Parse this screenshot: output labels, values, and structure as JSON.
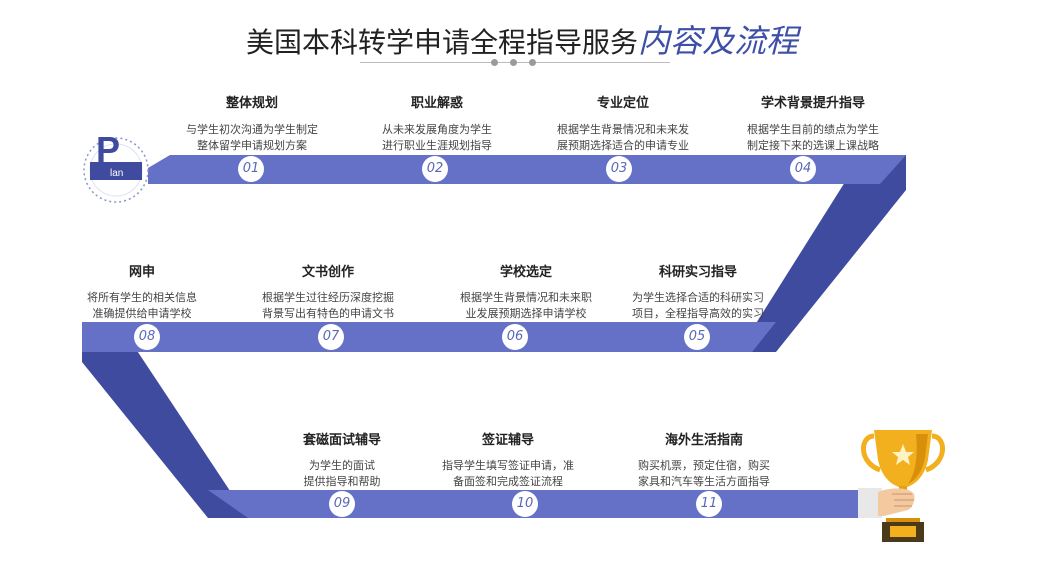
{
  "header": {
    "title_main": "美国本科转学申请全程指导服务",
    "title_highlight": "内容及流程"
  },
  "plan_icon": {
    "letter": "P",
    "word": "lan"
  },
  "steps": [
    {
      "num": "01",
      "title": "整体规划",
      "desc": [
        "与学生初次沟通为学生制定",
        "整体留学申请规划方案"
      ]
    },
    {
      "num": "02",
      "title": "职业解惑",
      "desc": [
        "从未来发展角度为学生",
        "进行职业生涯规划指导"
      ]
    },
    {
      "num": "03",
      "title": "专业定位",
      "desc": [
        "根据学生背景情况和未来发",
        "展预期选择适合的申请专业"
      ]
    },
    {
      "num": "04",
      "title": "学术背景提升指导",
      "desc": [
        "根据学生目前的绩点为学生",
        "制定接下来的选课上课战略"
      ]
    },
    {
      "num": "05",
      "title": "科研实习指导",
      "desc": [
        "为学生选择合适的科研实习",
        "项目，全程指导高效的实习"
      ]
    },
    {
      "num": "06",
      "title": "学校选定",
      "desc": [
        "根据学生背景情况和未来职",
        "业发展预期选择申请学校"
      ]
    },
    {
      "num": "07",
      "title": "文书创作",
      "desc": [
        "根据学生过往经历深度挖掘",
        "背景写出有特色的申请文书"
      ]
    },
    {
      "num": "08",
      "title": "网申",
      "desc": [
        "将所有学生的相关信息",
        "准确提供给申请学校"
      ]
    },
    {
      "num": "09",
      "title": "套磁面试辅导",
      "desc": [
        "为学生的面试",
        "提供指导和帮助"
      ]
    },
    {
      "num": "10",
      "title": "签证辅导",
      "desc": [
        "指导学生填写签证申请，准",
        "备面签和完成签证流程"
      ]
    },
    {
      "num": "11",
      "title": "海外生活指南",
      "desc": [
        "购买机票，预定住宿，购买",
        "家具和汽车等生活方面指导"
      ]
    }
  ],
  "colors": {
    "track": "#6471c7",
    "track_dark": "#3f4b9e",
    "accent": "#3e4fa8",
    "trophy": "#f2b01e"
  }
}
